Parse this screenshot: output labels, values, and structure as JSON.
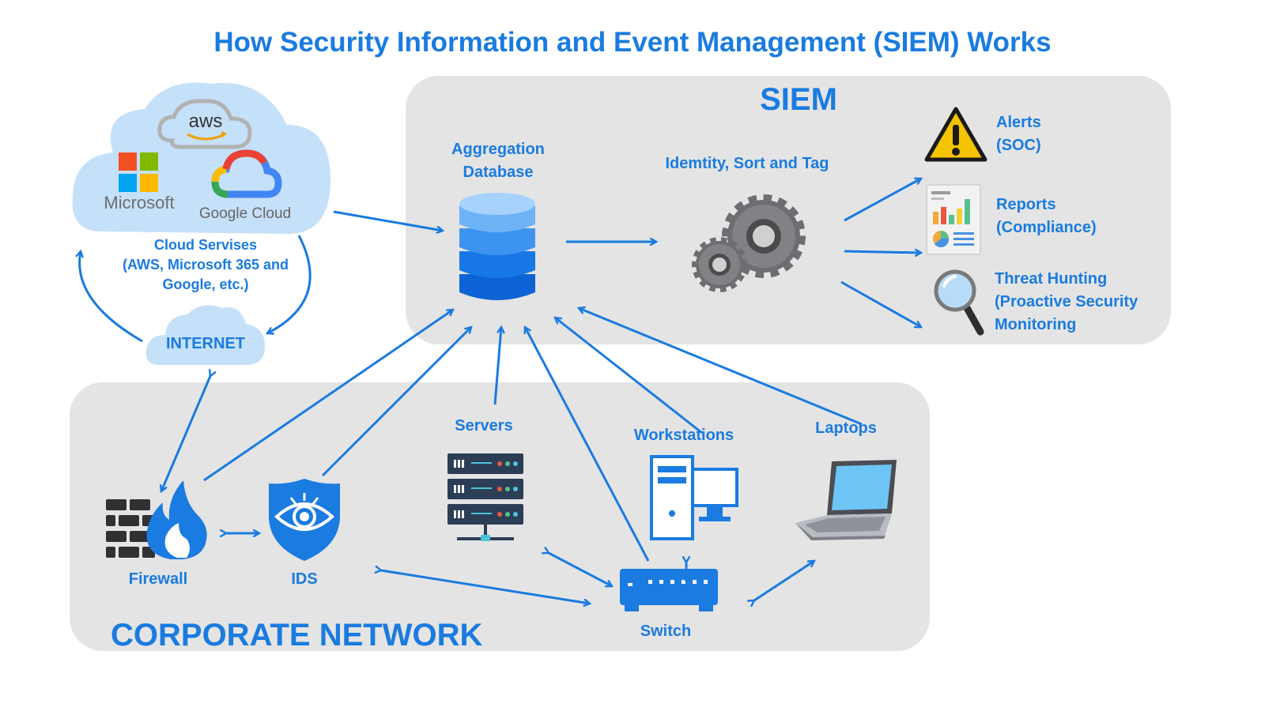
{
  "title": "How Security Information and Event Management (SIEM) Works",
  "siem": {
    "title": "SIEM",
    "aggregation": [
      "Aggregation",
      "Database"
    ],
    "identify": "Idemtity, Sort and Tag",
    "outputs": {
      "alerts": [
        "Alerts",
        "(SOC)"
      ],
      "reports": [
        "Reports",
        "(Compliance)"
      ],
      "hunting": [
        "Threat Hunting",
        "(Proactive Security",
        "Monitoring"
      ]
    }
  },
  "cloud": {
    "logos": {
      "aws": "aws",
      "microsoft": "Microsoft",
      "google": "Google Cloud"
    },
    "label": [
      "Cloud Servises",
      "(AWS, Microsoft 365 and",
      "Google, etc.)"
    ]
  },
  "internet": "INTERNET",
  "corporate": {
    "title": "CORPORATE NETWORK",
    "firewall": "Firewall",
    "ids": "IDS",
    "servers": "Servers",
    "workstations": "Workstations",
    "laptops": "Laptops",
    "switch": "Switch"
  },
  "colors": {
    "accent": "#1a7be0",
    "panel": "#e4e4e4",
    "cloud": "#c5e0f9",
    "warning": "#f5c400",
    "gear": "#6d6e71"
  }
}
